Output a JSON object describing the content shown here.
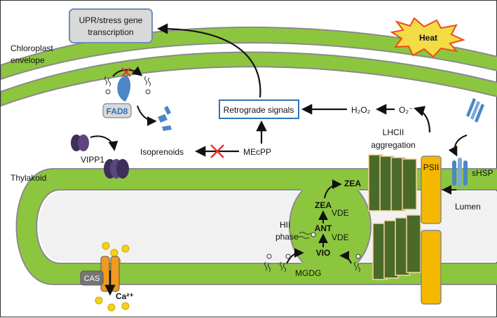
{
  "labels": {
    "upr_box": [
      "UPR/stress gene",
      "transcription"
    ],
    "heat": "Heat",
    "chloroplast_envelope": [
      "Chloroplast",
      "envelope"
    ],
    "fad8": "FAD8",
    "retrograde_signals": "Retrograde signals",
    "h2o2": "H₂O₂",
    "o2": "O₂⁻",
    "lhcii": [
      "LHCII",
      "aggregation"
    ],
    "vipp1": "VIPP1",
    "isoprenoids": "Isoprenoids",
    "mecpp": "MEcPP",
    "thylakoid": "Thylakoid",
    "shsp": "sHSP",
    "psii": "PSII",
    "lumen": "Lumen",
    "zea_top": "ZEA",
    "zea": "ZEA",
    "vde_1": "VDE",
    "ant": "ANT",
    "vde_2": "VDE",
    "vio": "VIO",
    "hii_phase": [
      "HII",
      "phase"
    ],
    "mgdg": "MGDG",
    "cas": "CAS",
    "ca": "Ca²⁺"
  },
  "colors": {
    "membrane_green": "#8cc63f",
    "membrane_dark": "#6d9a2f",
    "lumen_fill": "#f1f1f1",
    "lhcii_green": "#4a6a2a",
    "psii_yellow": "#f5b800",
    "upr_box_fill": "#d9d9d9",
    "retro_box_stroke": "#2e75b6",
    "heat_fill": "#f4dc46",
    "heat_stroke": "#e94e1b",
    "fad8_blue": "#4b86c5",
    "vipp1_purple": "#3e2e5a",
    "cross_red": "#e8332a",
    "calcium_yellow": "#f2d21c",
    "cas_grey": "#767676",
    "channel_orange": "#f29a1e"
  }
}
